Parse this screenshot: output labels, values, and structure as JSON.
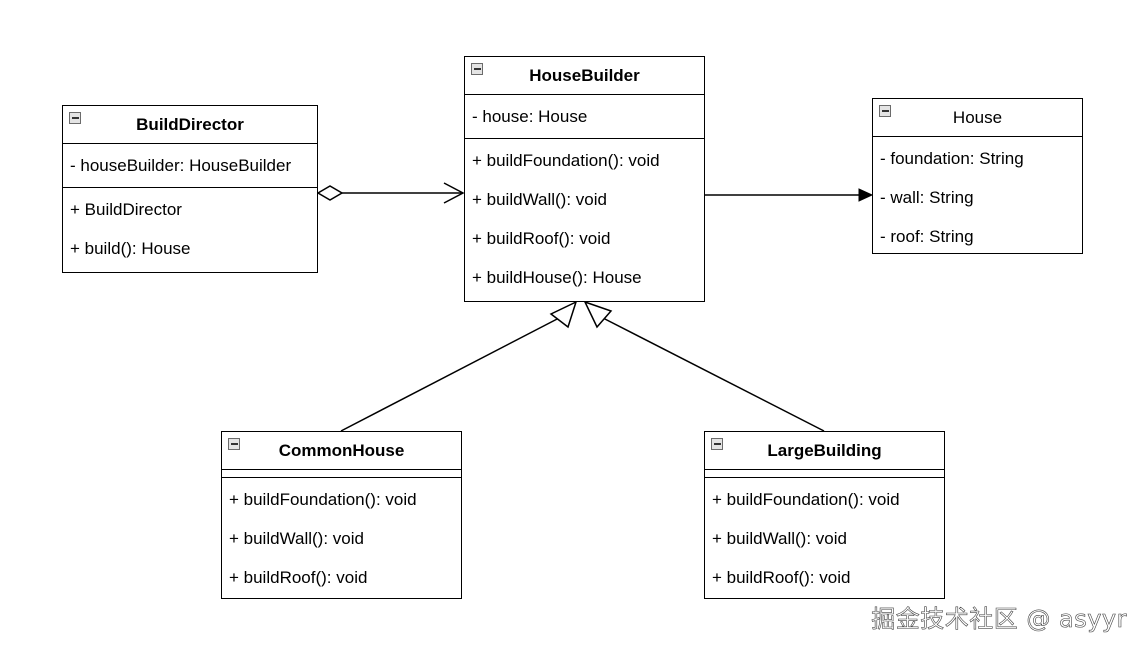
{
  "classes": {
    "build_director": {
      "name": "BuildDirector",
      "attributes": [
        "- houseBuilder: HouseBuilder"
      ],
      "methods": [
        "+ BuildDirector",
        "+ build(): House"
      ]
    },
    "house_builder": {
      "name": "HouseBuilder",
      "attributes": [
        "- house: House"
      ],
      "methods": [
        "+ buildFoundation(): void",
        "+ buildWall(): void",
        "+ buildRoof(): void",
        "+ buildHouse(): House"
      ]
    },
    "house": {
      "name": "House",
      "attributes": [
        "- foundation: String",
        "- wall: String",
        "- roof: String"
      ]
    },
    "common_house": {
      "name": "CommonHouse",
      "methods": [
        "+ buildFoundation(): void",
        "+ buildWall(): void",
        "+ buildRoof(): void"
      ]
    },
    "large_building": {
      "name": "LargeBuilding",
      "methods": [
        "+ buildFoundation(): void",
        "+ buildWall(): void",
        "+ buildRoof(): void"
      ]
    }
  },
  "relations": [
    {
      "type": "aggregation",
      "from": "BuildDirector",
      "to": "HouseBuilder"
    },
    {
      "type": "association",
      "from": "HouseBuilder",
      "to": "House"
    },
    {
      "type": "generalization",
      "from": "CommonHouse",
      "to": "HouseBuilder"
    },
    {
      "type": "generalization",
      "from": "LargeBuilding",
      "to": "HouseBuilder"
    }
  ],
  "watermark": "掘金技术社区 @ asyyr"
}
